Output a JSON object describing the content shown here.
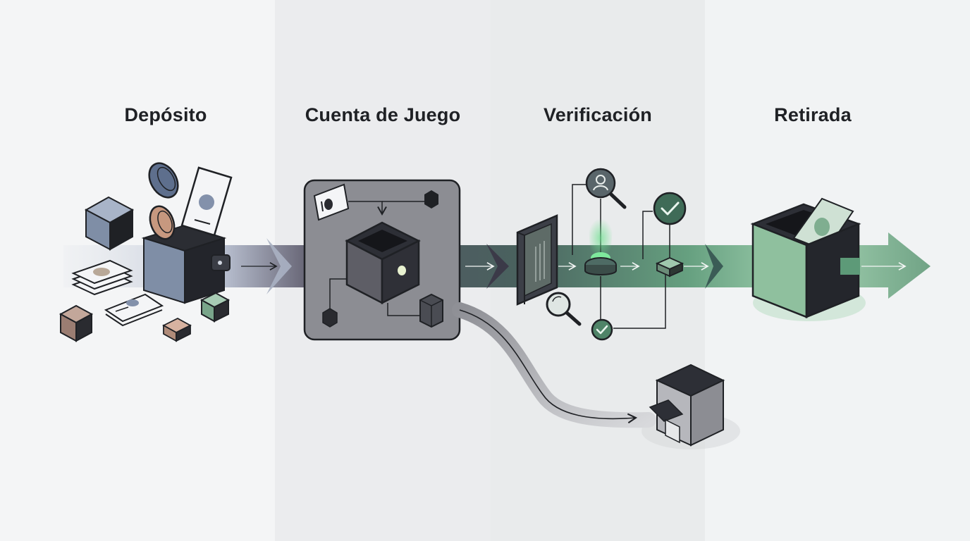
{
  "stages": [
    {
      "label": "Depósito"
    },
    {
      "label": "Cuenta de Juego"
    },
    {
      "label": "Verificación"
    },
    {
      "label": "Retirada"
    }
  ],
  "colors": {
    "deposit_blue": "#7f8ea6",
    "account_gray": "#8c8d93",
    "verify_teal": "#4e6b64",
    "withdraw_green": "#6fa584",
    "check_green": "#3f6b57",
    "outline": "#1f2125"
  },
  "icons": {
    "deposit": [
      "coin-icon",
      "card-icon",
      "cube-icon",
      "wallet-box-icon"
    ],
    "account": [
      "account-box-icon",
      "id-card-icon",
      "node-icon"
    ],
    "verification": [
      "gate-icon",
      "user-search-icon",
      "magnifier-icon",
      "check-icon",
      "scanner-icon"
    ],
    "withdrawal": [
      "withdraw-box-icon",
      "arrow-icon"
    ],
    "side_path": [
      "store-icon"
    ]
  }
}
